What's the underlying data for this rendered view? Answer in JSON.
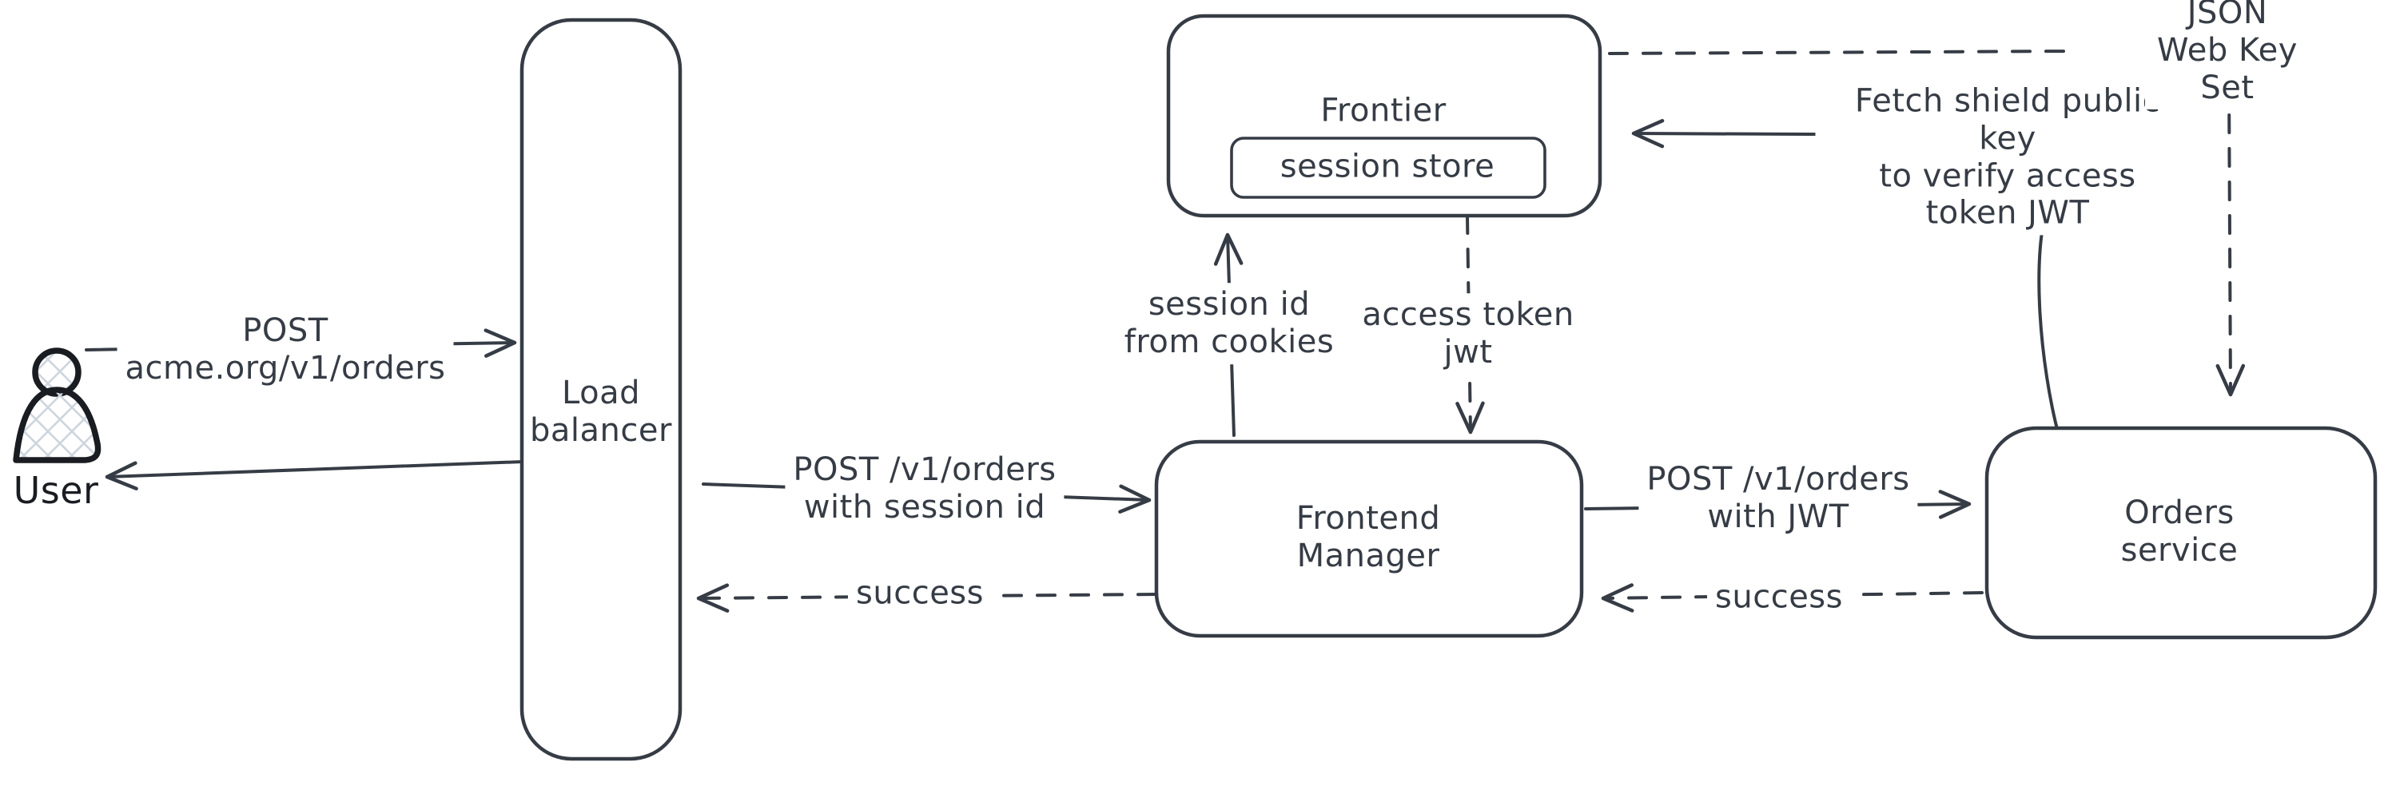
{
  "diagram": {
    "kind": "architecture-flow-diagram",
    "colors": {
      "ink": "#363c45",
      "figure_ink": "#191c20",
      "hatch_fill": "#cdd5de",
      "background": "#ffffff"
    }
  },
  "nodes": {
    "user": {
      "label": "User"
    },
    "load_balancer": {
      "label": "Load\nbalancer"
    },
    "frontier": {
      "label": "Frontier"
    },
    "session_store": {
      "label": "session store"
    },
    "frontend_manager": {
      "label": "Frontend\nManager"
    },
    "orders_service": {
      "label": "Orders service"
    }
  },
  "edges": {
    "user_to_load_balancer": {
      "label": "POST\nacme.org/v1/orders",
      "style": "solid"
    },
    "load_balancer_to_user": {
      "label": "",
      "style": "solid"
    },
    "load_balancer_to_frontend_manager": {
      "label": "POST /v1/orders\nwith session id",
      "style": "solid"
    },
    "frontend_manager_to_load_balancer": {
      "label": "success",
      "style": "dashed"
    },
    "frontend_manager_to_frontier": {
      "label": "session id\nfrom cookies",
      "style": "solid"
    },
    "frontier_to_frontend_manager": {
      "label": "access token\njwt",
      "style": "dashed"
    },
    "frontend_manager_to_orders_service": {
      "label": "POST /v1/orders\nwith JWT",
      "style": "solid"
    },
    "orders_service_to_frontend_manager": {
      "label": "success",
      "style": "dashed"
    },
    "orders_service_to_frontier": {
      "label": "Fetch shield public key\nto verify access\ntoken JWT",
      "style": "solid"
    },
    "frontier_to_jwks": {
      "label": "JSON Web Key Set",
      "style": "dashed"
    }
  }
}
